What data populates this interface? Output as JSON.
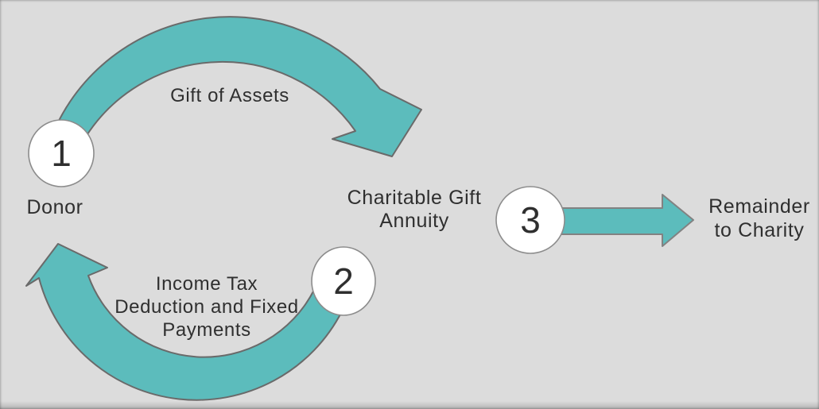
{
  "colors": {
    "background": "#dcdcdc",
    "arrow_fill": "#5cbcbc",
    "arrow_outline": "#6a6a6a",
    "circle_fill": "#ffffff",
    "circle_outline": "#8c8c8c",
    "text": "#2f2f2f"
  },
  "nodes": {
    "donor": {
      "step": "1",
      "label": "Donor"
    },
    "annuity": {
      "step": "2",
      "label_line1": "Charitable Gift",
      "label_line2": "Annuity"
    },
    "remainder": {
      "step": "3",
      "label_line1": "Remainder",
      "label_line2": "to Charity"
    }
  },
  "flows": {
    "gift_of_assets": {
      "label": "Gift of Assets"
    },
    "income_tax": {
      "label_line1": "Income Tax",
      "label_line2": "Deduction and Fixed",
      "label_line3": "Payments"
    }
  }
}
